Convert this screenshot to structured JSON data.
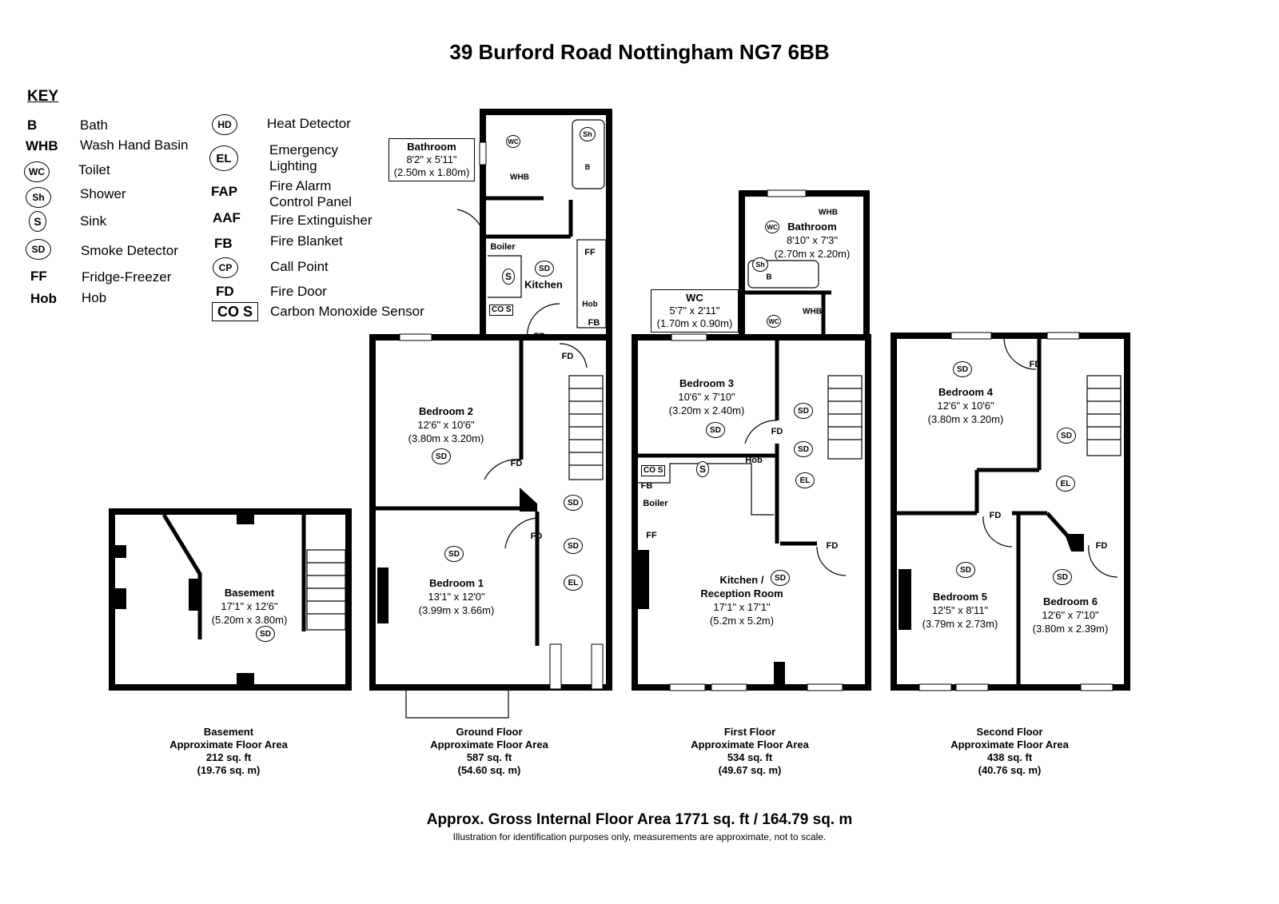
{
  "title": "39 Burford Road Nottingham NG7 6BB",
  "key": {
    "heading": "KEY",
    "left": [
      {
        "abbr": "B",
        "label": "Bath"
      },
      {
        "abbr": "WHB",
        "label": "Wash Hand Basin"
      },
      {
        "abbr": "WC",
        "label": "Toilet"
      },
      {
        "abbr": "Sh",
        "label": "Shower"
      },
      {
        "abbr": "S",
        "label": "Sink"
      },
      {
        "abbr": "SD",
        "label": "Smoke Detector"
      },
      {
        "abbr": "FF",
        "label": "Fridge-Freezer"
      },
      {
        "abbr": "Hob",
        "label": "Hob"
      }
    ],
    "right": [
      {
        "abbr": "HD",
        "label": "Heat Detector"
      },
      {
        "abbr": "EL",
        "label": "Emergency Lighting"
      },
      {
        "abbr": "FAP",
        "label": "Fire Alarm Control Panel"
      },
      {
        "abbr": "AAF",
        "label": "Fire Extinguisher"
      },
      {
        "abbr": "FB",
        "label": "Fire Blanket"
      },
      {
        "abbr": "CP",
        "label": "Call Point"
      },
      {
        "abbr": "FD",
        "label": "Fire Door"
      },
      {
        "abbr": "CO S",
        "label": "Carbon Monoxide Sensor"
      }
    ]
  },
  "rooms": {
    "basement": {
      "name": "Basement",
      "imperial": "17'1\" x 12'6\"",
      "metric": "(5.20m x 3.80m)"
    },
    "bedroom2": {
      "name": "Bedroom 2",
      "imperial": "12'6\" x 10'6\"",
      "metric": "(3.80m x 3.20m)"
    },
    "bedroom1": {
      "name": "Bedroom 1",
      "imperial": "13'1\" x 12'0\"",
      "metric": "(3.99m x 3.66m)"
    },
    "kitchen_gf": {
      "name": "Kitchen"
    },
    "bathroom_gf": {
      "name": "Bathroom",
      "imperial": "8'2\" x 5'11\"",
      "metric": "(2.50m x 1.80m)"
    },
    "bathroom_ff": {
      "name": "Bathroom",
      "imperial": "8'10\" x 7'3\"",
      "metric": "(2.70m x 2.20m)"
    },
    "wc_ff": {
      "name": "WC",
      "imperial": "5'7\" x 2'11\"",
      "metric": "(1.70m x 0.90m)"
    },
    "bedroom3": {
      "name": "Bedroom 3",
      "imperial": "10'6\" x 7'10\"",
      "metric": "(3.20m x 2.40m)"
    },
    "kitchen_reception": {
      "name": "Kitchen /",
      "name2": "Reception Room",
      "imperial": "17'1\" x 17'1\"",
      "metric": "(5.2m x 5.2m)"
    },
    "bedroom4": {
      "name": "Bedroom 4",
      "imperial": "12'6\" x 10'6\"",
      "metric": "(3.80m x 3.20m)"
    },
    "bedroom5": {
      "name": "Bedroom 5",
      "imperial": "12'5\" x 8'11\"",
      "metric": "(3.79m x 2.73m)"
    },
    "bedroom6": {
      "name": "Bedroom 6",
      "imperial": "12'6\" x 7'10\"",
      "metric": "(3.80m x 2.39m)"
    }
  },
  "symbols": {
    "sd": "SD",
    "el": "EL",
    "fd": "FD",
    "ff": "FF",
    "fb": "FB",
    "hob": "Hob",
    "boiler": "Boiler",
    "cos": "CO S",
    "whb": "WHB",
    "wc": "WC",
    "sh": "Sh",
    "b": "B",
    "s": "S"
  },
  "floors": [
    {
      "name": "Basement",
      "area_label": "Approximate Floor Area",
      "sqft": "212 sq. ft",
      "sqm": "(19.76 sq. m)"
    },
    {
      "name": "Ground Floor",
      "area_label": "Approximate Floor Area",
      "sqft": "587 sq. ft",
      "sqm": "(54.60 sq. m)"
    },
    {
      "name": "First Floor",
      "area_label": "Approximate Floor Area",
      "sqft": "534 sq. ft",
      "sqm": "(49.67 sq. m)"
    },
    {
      "name": "Second Floor",
      "area_label": "Approximate Floor Area",
      "sqft": "438 sq. ft",
      "sqm": "(40.76 sq. m)"
    }
  ],
  "gross": "Approx. Gross Internal Floor Area 1771 sq. ft / 164.79 sq. m",
  "disclaimer": "Illustration for identification purposes only, measurements are approximate, not to scale."
}
